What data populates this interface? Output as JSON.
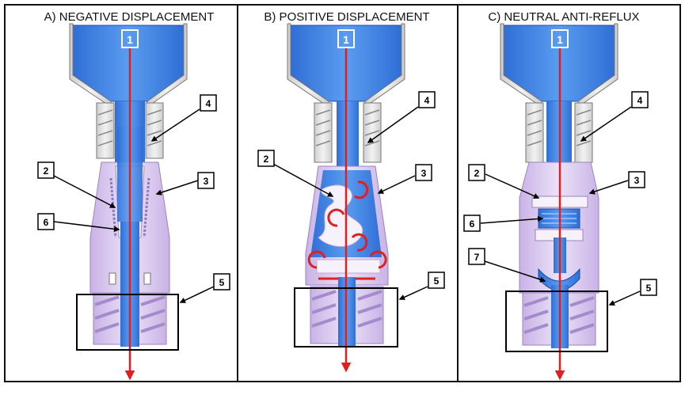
{
  "panels": [
    {
      "title": "A) NEGATIVE DISPLACEMENT",
      "flow_label": "1",
      "callouts": [
        "4",
        "2",
        "3",
        "6",
        "5"
      ]
    },
    {
      "title": "B) POSITIVE DISPLACEMENT",
      "flow_label": "1",
      "callouts": [
        "4",
        "2",
        "3",
        "5"
      ]
    },
    {
      "title": "C) NEUTRAL ANTI-REFLUX",
      "flow_label": "1",
      "callouts": [
        "4",
        "2",
        "3",
        "6",
        "7",
        "5"
      ]
    }
  ],
  "colors": {
    "fluid_blue": "#3d7fe0",
    "body_lavender": "#d9c8ef",
    "housing_gray": "#e3e3e3",
    "arrow_red": "#e02020",
    "frame": "#111111"
  }
}
